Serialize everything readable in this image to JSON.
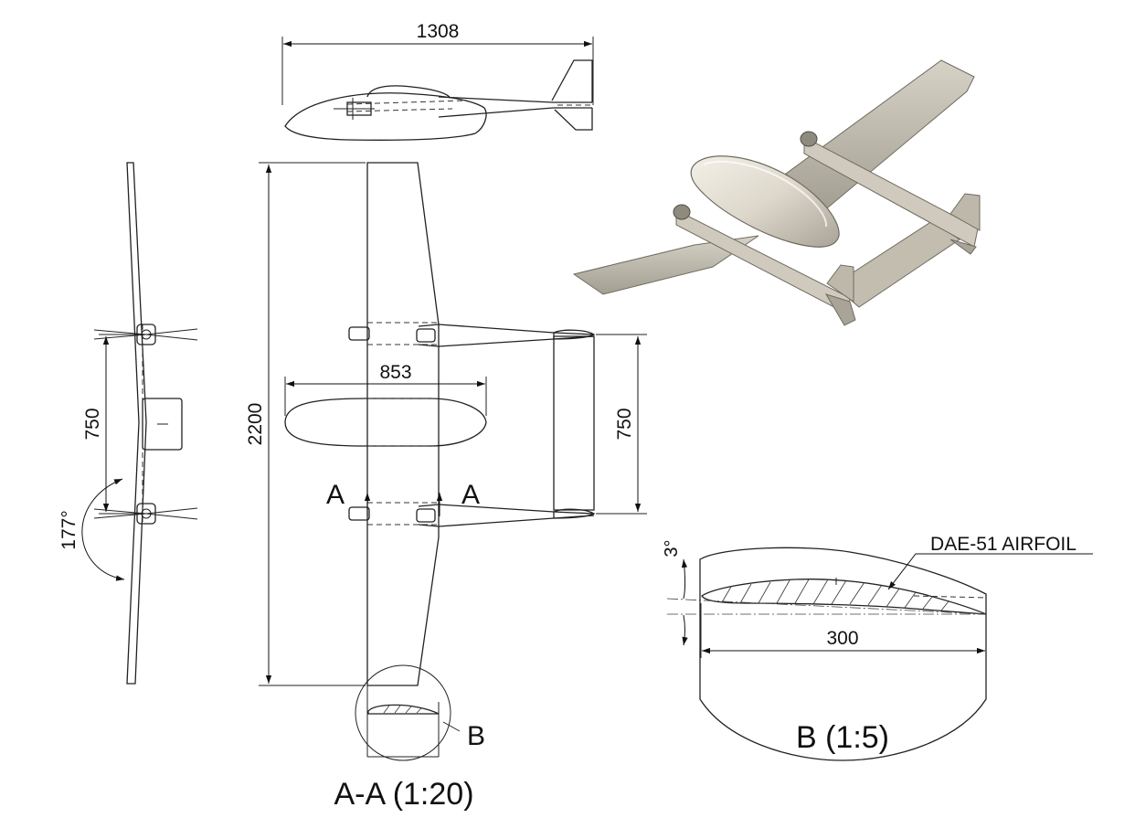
{
  "drawing": {
    "dimensions": {
      "total_length": "1308",
      "wingspan": "2200",
      "fuselage_length": "853",
      "boom_spacing_front": "750",
      "boom_spacing_plan": "750",
      "dihedral_angle": "177°",
      "chord": "300",
      "incidence_angle": "3°"
    },
    "labels": {
      "section_a_left": "A",
      "section_a_right": "A",
      "detail_b_marker": "B",
      "airfoil_note": "DAE-51 AIRFOIL",
      "section_title": "A-A (1:20)",
      "detail_title": "B (1:5)"
    },
    "colors": {
      "line": "#222222",
      "model_light": "#e9e6de",
      "model_mid": "#c9c4b6",
      "model_dark": "#8e8a7e"
    }
  }
}
